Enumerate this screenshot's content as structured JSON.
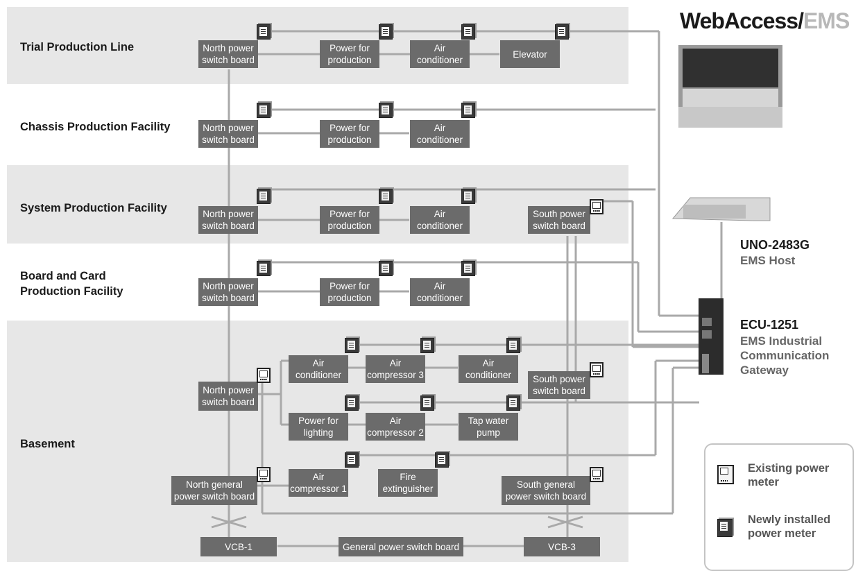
{
  "brand": {
    "name": "WebAccess/",
    "suffix": "EMS"
  },
  "floors": [
    "Trial Production Line",
    "Chassis Production Facility",
    "System Production Facility",
    "Board and Card\nProduction Facility",
    "Basement"
  ],
  "boxes": {
    "t_north": "North power\nswitch board",
    "t_power": "Power for\nproduction",
    "t_air": "Air\nconditioner",
    "t_elev": "Elevator",
    "c_north": "North power\nswitch board",
    "c_power": "Power for\nproduction",
    "c_air": "Air\nconditioner",
    "s_north": "North power\nswitch board",
    "s_power": "Power for\nproduction",
    "s_air": "Air\nconditioner",
    "s_south": "South power\nswitch board",
    "b_north": "North power\nswitch board",
    "b_power": "Power for\nproduction",
    "b_air": "Air\nconditioner",
    "bs_north": "North power\nswitch board",
    "bs_air1": "Air\nconditioner",
    "bs_comp3": "Air\ncompressor 3",
    "bs_air2": "Air\nconditioner",
    "bs_south": "South power\nswitch board",
    "bs_light": "Power for\nlighting",
    "bs_comp2": "Air\ncompressor 2",
    "bs_pump": "Tap water\npump",
    "bs_ngen": "North general\npower switch board",
    "bs_comp1": "Air\ncompressor 1",
    "bs_fire": "Fire\nextinguisher",
    "bs_sgen": "South general\npower switch board",
    "vcb1": "VCB-1",
    "general": "General power switch board",
    "vcb3": "VCB-3"
  },
  "devices": {
    "uno_name": "UNO-2483G",
    "uno_role": "EMS Host",
    "ecu_name": "ECU-1251",
    "ecu_role": "EMS Industrial\nCommunication\nGateway"
  },
  "legend": {
    "existing": "Existing power\nmeter",
    "new": "Newly installed\npower meter"
  },
  "colors": {
    "band": "#e7e7e7",
    "box": "#6b6b6b",
    "wire": "#a9a9a9",
    "brand_dark": "#1a1a1a",
    "brand_light": "#b8b8b8"
  }
}
